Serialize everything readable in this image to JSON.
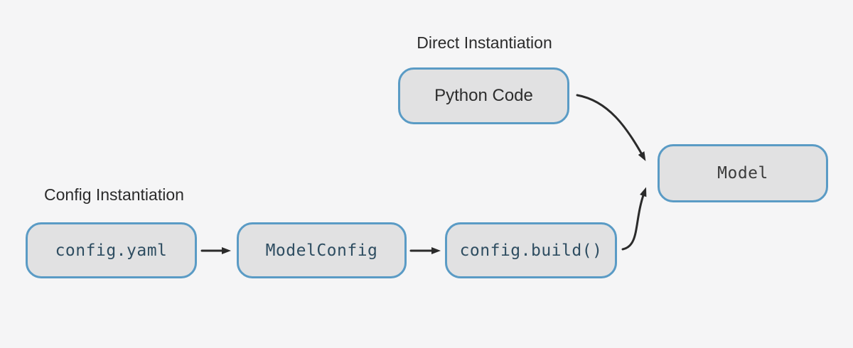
{
  "style": {
    "background": "#f5f5f6",
    "box_fill": "#e1e1e2",
    "box_border": "#5a9bc5",
    "arrow": "#2b2b2b",
    "label_text": "#2b2b2b",
    "code_text": "#2e4d61",
    "model_text": "#3c3c3c",
    "python_text": "#2d2d2d"
  },
  "sections": {
    "direct": {
      "label": "Direct Instantiation"
    },
    "config": {
      "label": "Config Instantiation"
    }
  },
  "nodes": {
    "python_code": {
      "label": "Python Code"
    },
    "model": {
      "label": "Model"
    },
    "config_yaml": {
      "label": "config.yaml"
    },
    "model_config": {
      "label": "ModelConfig"
    },
    "config_build": {
      "label": "config.build()"
    }
  },
  "edges": [
    {
      "from": "config.yaml",
      "to": "ModelConfig",
      "shape": "straight"
    },
    {
      "from": "ModelConfig",
      "to": "config.build()",
      "shape": "straight"
    },
    {
      "from": "config.build()",
      "to": "Model",
      "shape": "curved"
    },
    {
      "from": "Python Code",
      "to": "Model",
      "shape": "curved"
    }
  ]
}
